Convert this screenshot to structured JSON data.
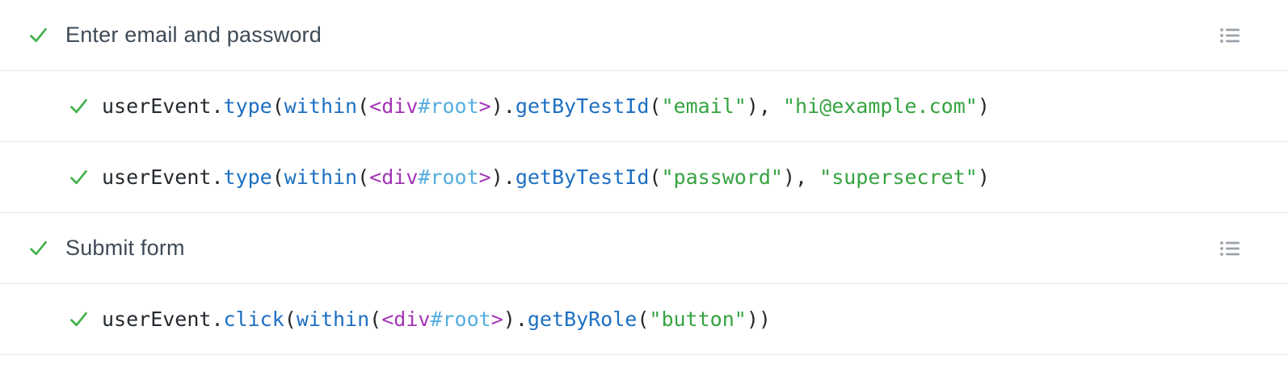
{
  "palette": {
    "divider": "#eaeaea",
    "title_color": "#3e4a57",
    "check_green": "#43b14b",
    "icon_gray": "#9aa1a8",
    "code_default": "#24292e",
    "code_blue": "#1d6fc2",
    "code_purple": "#a434b7",
    "code_lightblue": "#56aee0",
    "code_green": "#36a341"
  },
  "icons": {
    "check": "check-icon",
    "menu": "list-icon"
  },
  "rows": [
    {
      "kind": "step",
      "status": "passed",
      "title": "Enter email and password",
      "has_menu_icon": true
    },
    {
      "kind": "event",
      "status": "passed",
      "tokens": [
        {
          "text": "userEvent.",
          "color": "default"
        },
        {
          "text": "type",
          "color": "blue"
        },
        {
          "text": "(",
          "color": "default"
        },
        {
          "text": "within",
          "color": "blue"
        },
        {
          "text": "(",
          "color": "default"
        },
        {
          "text": "<div",
          "color": "purple"
        },
        {
          "text": "#root",
          "color": "lightblue"
        },
        {
          "text": ">",
          "color": "purple"
        },
        {
          "text": ").",
          "color": "default"
        },
        {
          "text": "getByTestId",
          "color": "blue"
        },
        {
          "text": "(",
          "color": "default"
        },
        {
          "text": "\"email\"",
          "color": "green"
        },
        {
          "text": "), ",
          "color": "default"
        },
        {
          "text": "\"hi@example.com\"",
          "color": "green"
        },
        {
          "text": ")",
          "color": "default"
        }
      ]
    },
    {
      "kind": "event",
      "status": "passed",
      "tokens": [
        {
          "text": "userEvent.",
          "color": "default"
        },
        {
          "text": "type",
          "color": "blue"
        },
        {
          "text": "(",
          "color": "default"
        },
        {
          "text": "within",
          "color": "blue"
        },
        {
          "text": "(",
          "color": "default"
        },
        {
          "text": "<div",
          "color": "purple"
        },
        {
          "text": "#root",
          "color": "lightblue"
        },
        {
          "text": ">",
          "color": "purple"
        },
        {
          "text": ").",
          "color": "default"
        },
        {
          "text": "getByTestId",
          "color": "blue"
        },
        {
          "text": "(",
          "color": "default"
        },
        {
          "text": "\"password\"",
          "color": "green"
        },
        {
          "text": "), ",
          "color": "default"
        },
        {
          "text": "\"supersecret\"",
          "color": "green"
        },
        {
          "text": ")",
          "color": "default"
        }
      ]
    },
    {
      "kind": "step",
      "status": "passed",
      "title": "Submit form",
      "has_menu_icon": true
    },
    {
      "kind": "event",
      "status": "passed",
      "tokens": [
        {
          "text": "userEvent.",
          "color": "default"
        },
        {
          "text": "click",
          "color": "blue"
        },
        {
          "text": "(",
          "color": "default"
        },
        {
          "text": "within",
          "color": "blue"
        },
        {
          "text": "(",
          "color": "default"
        },
        {
          "text": "<div",
          "color": "purple"
        },
        {
          "text": "#root",
          "color": "lightblue"
        },
        {
          "text": ">",
          "color": "purple"
        },
        {
          "text": ").",
          "color": "default"
        },
        {
          "text": "getByRole",
          "color": "blue"
        },
        {
          "text": "(",
          "color": "default"
        },
        {
          "text": "\"button\"",
          "color": "green"
        },
        {
          "text": "))",
          "color": "default"
        }
      ]
    }
  ]
}
